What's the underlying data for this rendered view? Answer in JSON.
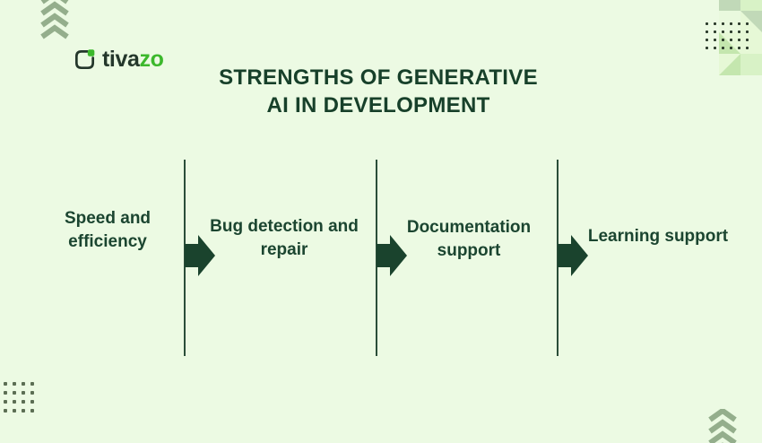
{
  "page": {
    "background": "#ecfae3"
  },
  "header": {
    "logo": {
      "icon": "tivazo-copy-mark",
      "brand_prefix": "tiva",
      "brand_suffix": "zo",
      "prefix_color": "#24372b",
      "suffix_color": "#3cb82c"
    },
    "title": "STRENGTHS OF GENERATIVE\nAI IN DEVELOPMENT",
    "title_color": "#17402a"
  },
  "flow": {
    "items": [
      {
        "label": "Speed and\nefficiency"
      },
      {
        "label": "Bug detection and\nrepair"
      },
      {
        "label": "Documentation\nsupport"
      },
      {
        "label": "Learning support"
      }
    ],
    "label_color": "#1b4530",
    "arrow_color": "#1a432d",
    "divider_color": "#2b4d39"
  },
  "decorations": {
    "chevron_color": "#94ae8c",
    "top_right_dots": {
      "rows": 4,
      "cols": 6,
      "step": 9,
      "size": 2.8,
      "color": "#2b3a2b"
    },
    "bottom_left_dots": {
      "rows": 4,
      "cols": 4,
      "step": 10,
      "size": 3.5,
      "color": "#5c6e54"
    },
    "pattern": {
      "cell_size": 24,
      "palette": {
        "sage": "#c1d9b8",
        "light": "#d8f2c6",
        "pale": "#e6f8d6",
        "mid": "#c4e6ae",
        "faint": "#e9f9de"
      },
      "cells": [
        {
          "r": 0,
          "c": 0,
          "type": "solid",
          "a": "sage"
        },
        {
          "r": 0,
          "c": 1,
          "type": "solid",
          "a": "light"
        },
        {
          "r": 1,
          "c": 0,
          "type": "solid",
          "a": "faint"
        },
        {
          "r": 1,
          "c": 1,
          "type": "trbl",
          "a": "sage",
          "b": "pale"
        },
        {
          "r": 2,
          "c": 0,
          "type": "trbl",
          "a": "pale",
          "b": "mid"
        },
        {
          "r": 2,
          "c": 1,
          "type": "solid",
          "a": "pale"
        },
        {
          "r": 3,
          "c": 0,
          "type": "tlbr",
          "a": "pale",
          "b": "mid"
        },
        {
          "r": 3,
          "c": 1,
          "type": "solid",
          "a": "light"
        }
      ]
    }
  }
}
